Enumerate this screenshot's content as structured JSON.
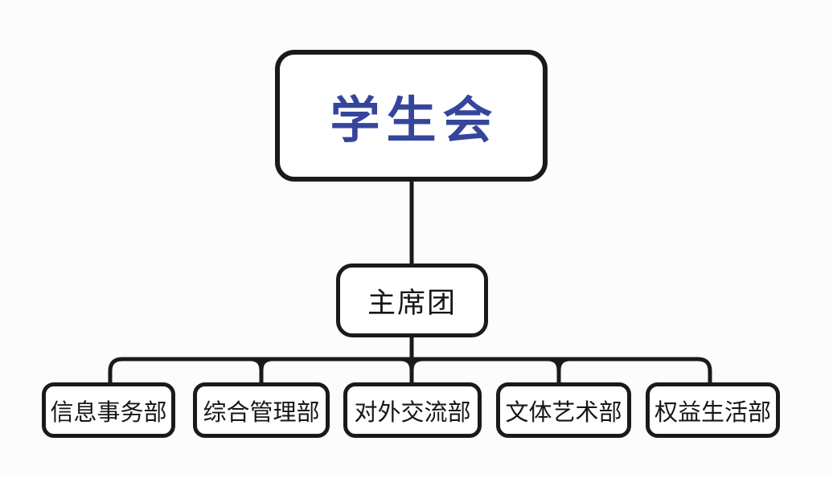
{
  "colors": {
    "accent-blue": "#36459c",
    "line-dark": "#1a1a1a",
    "node-bg": "#ffffff",
    "page-bg": "#fcfcfc"
  },
  "org_chart": {
    "root": {
      "label": "学生会"
    },
    "secondary": {
      "label": "主席团"
    },
    "departments": [
      {
        "label": "信息事务部"
      },
      {
        "label": "综合管理部"
      },
      {
        "label": "对外交流部"
      },
      {
        "label": "文体艺术部"
      },
      {
        "label": "权益生活部"
      }
    ]
  }
}
